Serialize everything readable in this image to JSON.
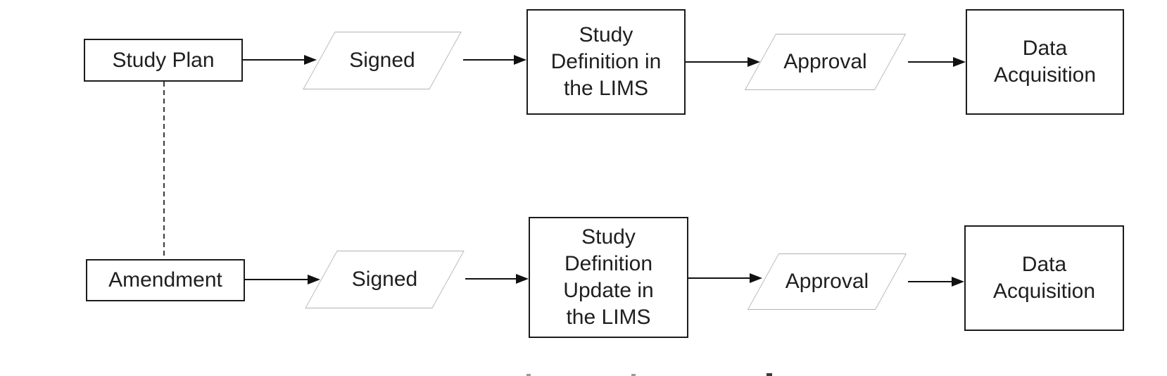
{
  "diagram": {
    "title": "",
    "colors": {
      "background": "#ffffff",
      "rect_border": "#1c1c1c",
      "parallelogram_border": "#b3b3b3",
      "text": "#1f1f1f",
      "arrow": "#111111",
      "dashed_connector": "#3a3a3a"
    },
    "rows": [
      {
        "name": "study-plan-flow",
        "nodes": [
          {
            "type": "rectangle",
            "label": "Study Plan"
          },
          {
            "type": "parallelogram",
            "label": "Signed"
          },
          {
            "type": "rectangle",
            "label": "Study\nDefinition in\nthe LIMS"
          },
          {
            "type": "parallelogram",
            "label": "Approval"
          },
          {
            "type": "rectangle",
            "label": "Data\nAcquisition"
          }
        ]
      },
      {
        "name": "amendment-flow",
        "nodes": [
          {
            "type": "rectangle",
            "label": "Amendment"
          },
          {
            "type": "parallelogram",
            "label": "Signed"
          },
          {
            "type": "rectangle",
            "label": "Study\nDefinition\nUpdate in\nthe LIMS"
          },
          {
            "type": "parallelogram",
            "label": "Approval"
          },
          {
            "type": "rectangle",
            "label": "Data\nAcquisition"
          }
        ]
      }
    ],
    "connections": [
      {
        "from": "Study Plan",
        "to": "Signed",
        "style": "solid-arrow"
      },
      {
        "from": "Signed",
        "to": "Study Definition in the LIMS",
        "style": "solid-arrow"
      },
      {
        "from": "Study Definition in the LIMS",
        "to": "Approval",
        "style": "solid-arrow"
      },
      {
        "from": "Approval",
        "to": "Data Acquisition",
        "style": "solid-arrow"
      },
      {
        "from": "Amendment",
        "to": "Signed",
        "style": "solid-arrow"
      },
      {
        "from": "Signed",
        "to": "Study Definition Update in the LIMS",
        "style": "solid-arrow"
      },
      {
        "from": "Study Definition Update in the LIMS",
        "to": "Approval",
        "style": "solid-arrow"
      },
      {
        "from": "Approval",
        "to": "Data Acquisition",
        "style": "solid-arrow"
      },
      {
        "from": "Study Plan",
        "to": "Amendment",
        "style": "dashed-line"
      }
    ]
  }
}
